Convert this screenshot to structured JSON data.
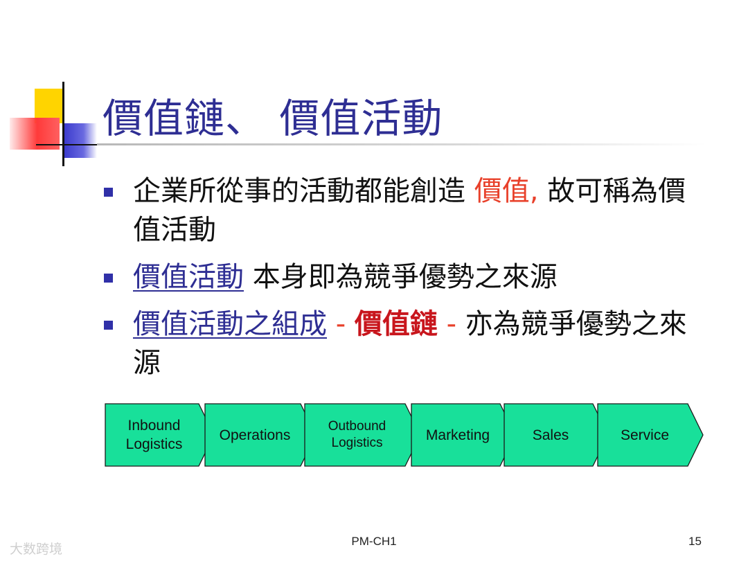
{
  "slide": {
    "title": "價值鏈、 價值活動",
    "bullets": [
      {
        "parts": [
          {
            "text": "企業所從事的活動都能創造 ",
            "style": "plain"
          },
          {
            "text": "價值,",
            "style": "red"
          },
          {
            "text": " 故可稱為價值活動",
            "style": "plain"
          }
        ]
      },
      {
        "parts": [
          {
            "text": "價值活動",
            "style": "link"
          },
          {
            "text": " 本身即為競爭優勢之來源",
            "style": "plain"
          }
        ]
      },
      {
        "parts": [
          {
            "text": "價值活動之組成",
            "style": "link"
          },
          {
            "text": " - ",
            "style": "dash"
          },
          {
            "text": "價值鏈",
            "style": "darkred"
          },
          {
            "text": " - ",
            "style": "dash"
          },
          {
            "text": " 亦為競爭優勢之來源",
            "style": "plain"
          }
        ]
      }
    ],
    "value_chain": [
      {
        "label": "Inbound\nLogistics",
        "first": true
      },
      {
        "label": "Operations"
      },
      {
        "label": "Outbound\nLogistics",
        "small": true
      },
      {
        "label": "Marketing"
      },
      {
        "label": "Sales"
      },
      {
        "label": "Service"
      }
    ],
    "chain_color": "#18e09a",
    "footer": "PM-CH1",
    "page_number": "15",
    "watermark": "大数跨境"
  }
}
